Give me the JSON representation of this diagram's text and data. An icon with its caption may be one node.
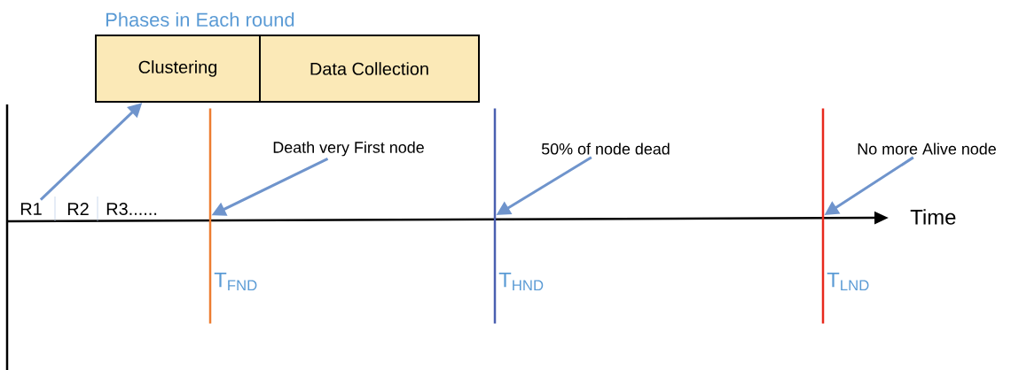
{
  "diagram": {
    "title": "Phases in Each round",
    "nodes": [
      {
        "text": [
          "Clustering"
        ]
      },
      {
        "text": [
          "Data Collection"
        ]
      },
      {
        "text": [
          "R1"
        ]
      },
      {
        "text": [
          "Death very First node"
        ]
      },
      {
        "text": [
          "50% of node dead"
        ]
      },
      {
        "text": [
          "No more Alive node"
        ]
      },
      {
        "text": [],
        "shape": "bar",
        "beside": [
          "T$_{FND}$"
        ]
      },
      {
        "text": [],
        "shape": "bar",
        "beside": [
          "T$_{HND}$"
        ]
      },
      {
        "text": [],
        "shape": "bar",
        "beside": [
          "T$_{LND}$"
        ]
      }
    ],
    "edges": [
      {
        "from": 2,
        "to": 0,
        "arrow": "to"
      },
      {
        "from": 3,
        "to": 6,
        "arrow": "to"
      },
      {
        "from": 4,
        "to": 7,
        "arrow": "to"
      },
      {
        "from": 5,
        "to": 8,
        "arrow": "to"
      }
    ],
    "labels": [
      "R2",
      "R3......",
      "Time"
    ]
  }
}
